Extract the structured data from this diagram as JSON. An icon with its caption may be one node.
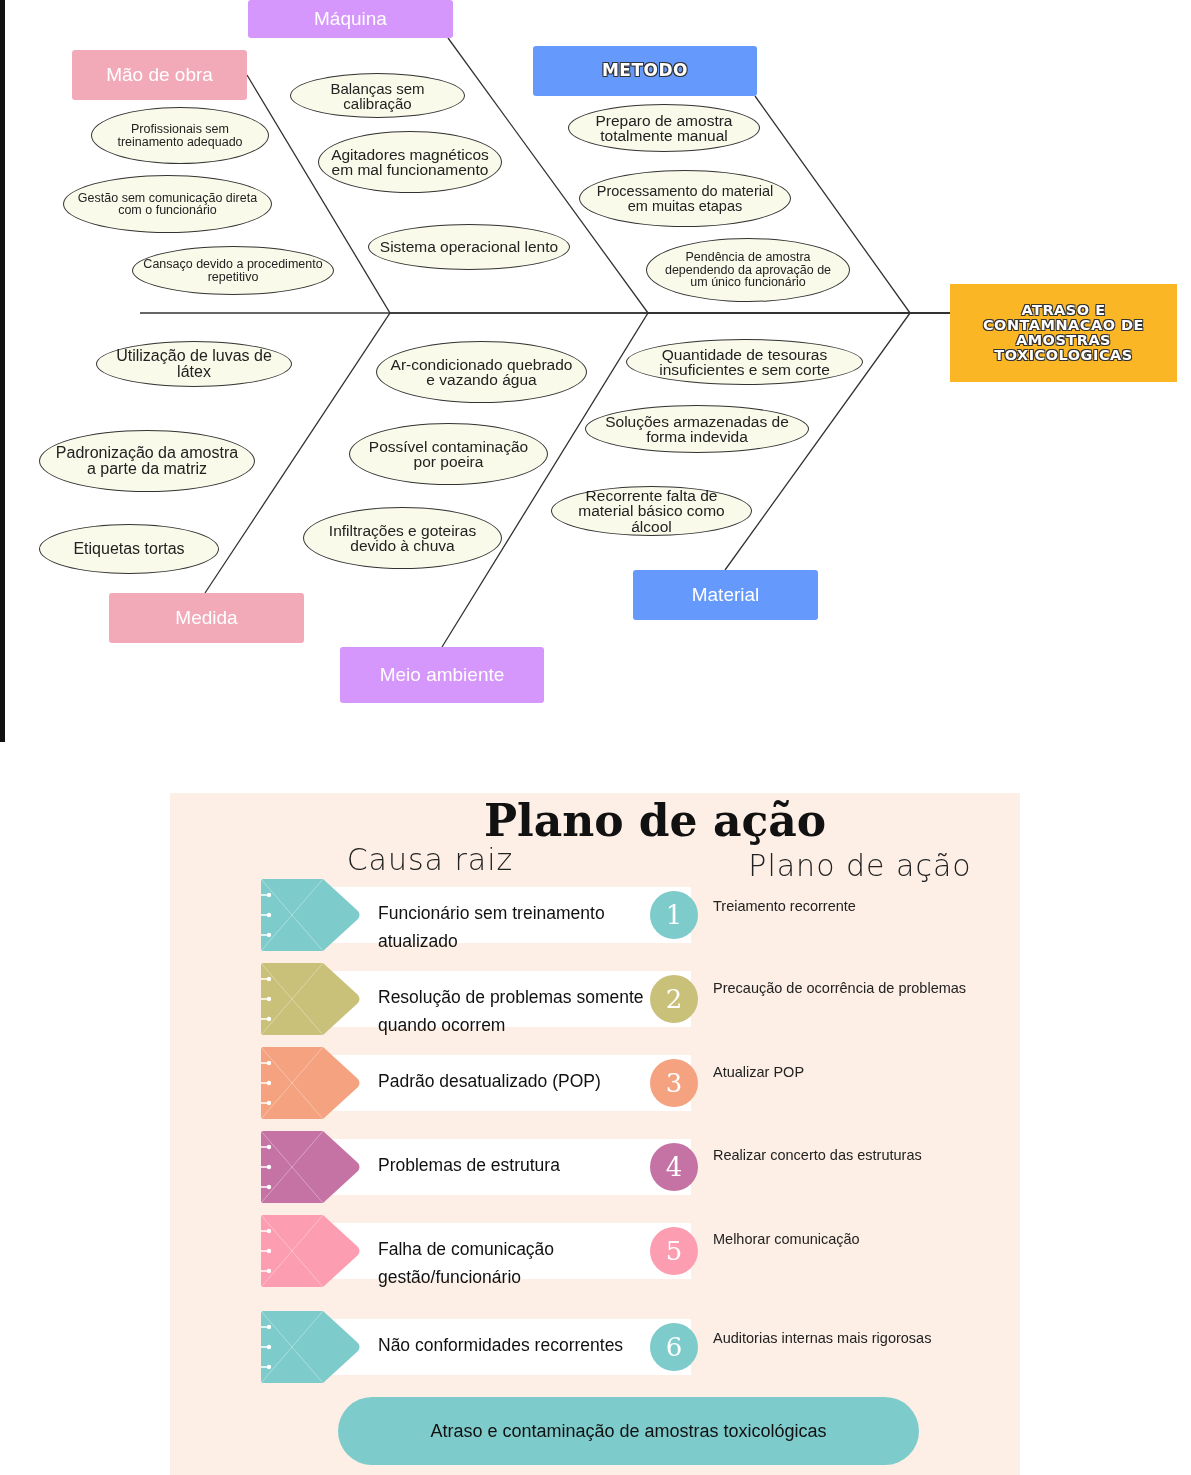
{
  "diagram": {
    "nodes": [
      {
        "text": [
          "Máquina"
        ]
      },
      {
        "text": [
          "Mão de obra"
        ]
      },
      {
        "text": [
          "METODO"
        ]
      },
      {
        "text": [
          "Balanças sem calibração"
        ]
      },
      {
        "text": [
          "Profissionais sem treinamento adequado"
        ]
      },
      {
        "text": [
          "Preparo de amostra totalmente manual"
        ]
      },
      {
        "text": [
          "Agitadores magnéticos em mal funcionamento"
        ]
      },
      {
        "text": [
          "Processamento do material em muitas etapas"
        ]
      },
      {
        "text": [
          "Gestão sem comunicação direta com o funcionário"
        ]
      },
      {
        "text": [
          "Sistema operacional lento"
        ]
      },
      {
        "text": [
          "Pendência de amostra dependendo da aprovação de um único funcionário"
        ]
      },
      {
        "text": [
          "Cansaço devido a procedimento repetitivo"
        ]
      },
      {
        "text": [
          "ATRASO E CONTAMNACAO DE AMOSTRAS TOXICOLOGICAS"
        ]
      },
      {
        "text": [
          "Utilização de luvas de látex"
        ]
      },
      {
        "text": [
          "Ar-condicionado quebrado e vazando água"
        ]
      },
      {
        "text": [
          "Quantidade de tesouras insuficientes e sem corte"
        ]
      },
      {
        "text": [
          "Soluções armazenadas de forma indevida"
        ]
      },
      {
        "text": [
          "Padronização da amostra a parte da matriz"
        ]
      },
      {
        "text": [
          "Possível contaminação por poeira"
        ]
      },
      {
        "text": [
          "Recorrente falta de material básico como álcool"
        ]
      },
      {
        "text": [
          "Etiquetas tortas"
        ]
      },
      {
        "text": [
          "Infiltrações e goteiras devido à chuva"
        ]
      },
      {
        "text": [
          "Material"
        ]
      },
      {
        "text": [
          "Medida"
        ]
      },
      {
        "text": [
          "Meio ambiente"
        ]
      },
      {
        "text": [
          "Plano de ação"
        ]
      },
      {
        "text": [
          "Funcionário sem treinamento atualizado"
        ],
        "in": 25
      },
      {
        "text": [
          "1"
        ],
        "in": 25
      },
      {
        "text": [
          "Resolução de problemas somente quando ocorrem"
        ],
        "in": 25
      },
      {
        "text": [
          "2"
        ],
        "in": 25
      },
      {
        "text": [
          "Padrão desatualizado (POP)"
        ],
        "in": 25
      },
      {
        "text": [
          "3"
        ],
        "in": 25
      },
      {
        "text": [
          "Problemas de estrutura"
        ],
        "in": 25
      },
      {
        "text": [
          "4"
        ],
        "in": 25
      },
      {
        "text": [
          "Falha de comunicação gestão/funcionário"
        ],
        "in": 25
      },
      {
        "text": [
          "5"
        ],
        "in": 25
      },
      {
        "text": [
          "Não conformidades recorrentes"
        ],
        "in": 25
      },
      {
        "text": [
          "6"
        ],
        "in": 25
      },
      {
        "text": [
          "Atraso e contaminação de amostras toxicológicas"
        ],
        "in": 25
      }
    ],
    "edges": [
      {
        "from": 0,
        "to": 12,
        "arrow": "none"
      },
      {
        "from": 1,
        "to": 12,
        "arrow": "none"
      },
      {
        "from": 2,
        "to": 12,
        "arrow": "none"
      },
      {
        "from": 22,
        "to": 12,
        "arrow": "none"
      },
      {
        "from": 23,
        "to": 12,
        "arrow": "none"
      },
      {
        "from": 24,
        "to": 12,
        "arrow": "none"
      }
    ],
    "labels": [
      "Causa raiz",
      "Plano de ação",
      "Treiamento recorrente",
      "Precaução de ocorrência de problemas",
      "Atualizar POP",
      "Realizar concerto das estruturas",
      "Melhorar comunicação",
      "Auditorias internas mais rigorosas"
    ]
  }
}
